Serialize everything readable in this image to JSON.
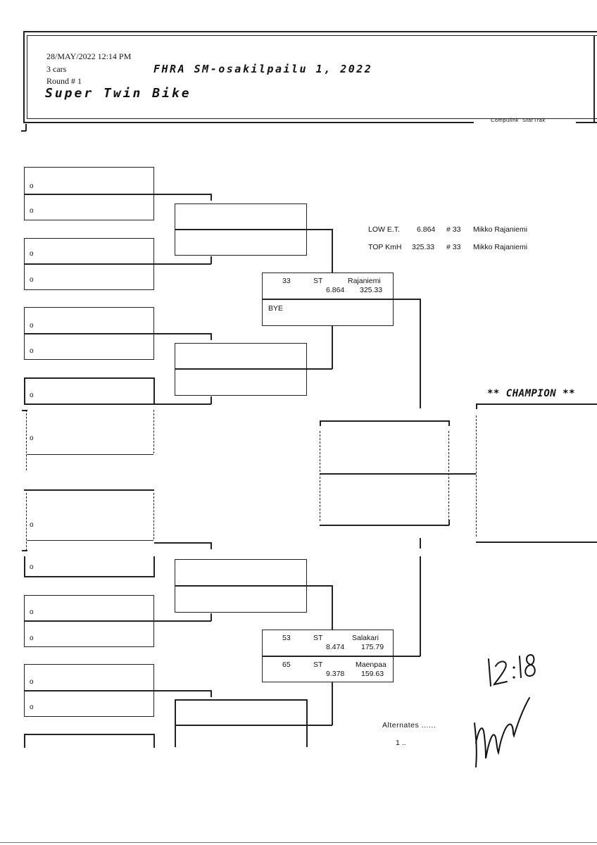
{
  "header": {
    "date_time": "28/MAY/2022   12:14 PM",
    "cars": "3 cars",
    "round": "Round # 1",
    "event_title": "FHRA SM-osakilpailu 1, 2022",
    "class_title": "Super Twin Bike",
    "software": "Compulink  StarTrak"
  },
  "records": {
    "low_et_label": "LOW E.T.",
    "low_et_value": "6.864",
    "low_et_number": "# 33",
    "low_et_name": "Mikko Rajaniemi",
    "top_kmh_label": "TOP KmH",
    "top_kmh_value": "325.33",
    "top_kmh_number": "# 33",
    "top_kmh_name": "Mikko Rajaniemi"
  },
  "round2": {
    "top_a": {
      "number": "33",
      "class": "ST",
      "name": "Rajaniemi",
      "et": "6.864",
      "speed": "325.33"
    },
    "top_b": {
      "label": "BYE"
    },
    "bottom_a": {
      "number": "53",
      "class": "ST",
      "name": "Salakari",
      "et": "8.474",
      "speed": "175.79"
    },
    "bottom_b": {
      "number": "65",
      "class": "ST",
      "name": "Maenpaa",
      "et": "9.378",
      "speed": "159.63"
    }
  },
  "champion_label": "** CHAMPION **",
  "alternates": {
    "label": "Alternates ......",
    "first": "1 .."
  },
  "empty_slot_mark": "o",
  "handwriting": "12:18"
}
